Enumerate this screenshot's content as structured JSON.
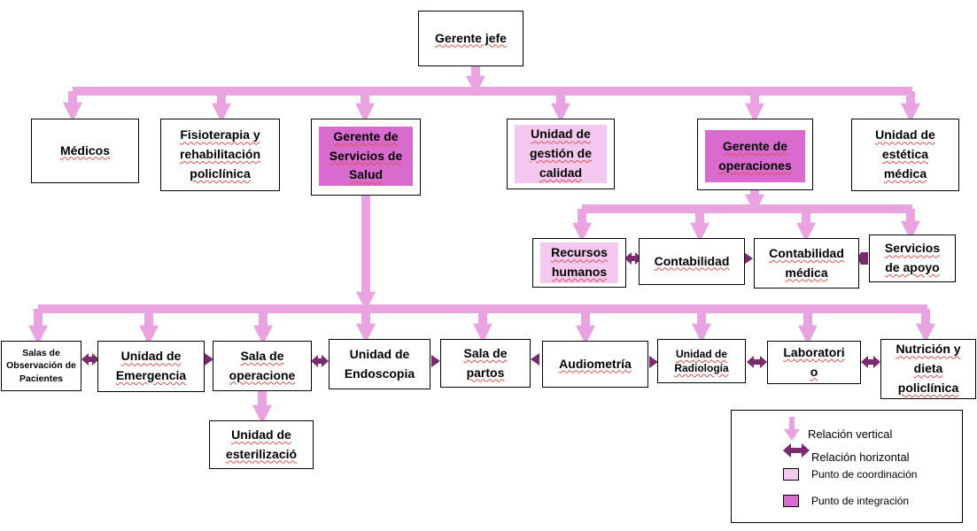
{
  "colors": {
    "vertical_arrow": "#e8a3e0",
    "horizontal_arrow": "#7a2a6e",
    "coordination": "#f5c9ef",
    "integration": "#d96bcf"
  },
  "nodes": {
    "gerente_jefe": "Gerente jefe",
    "medicos": "Médicos",
    "fisioterapia": "Fisioterapia y\nrehabilitación\npoliclínica",
    "gerente_servicios": "Gerente de\nServicios de\nSalud",
    "unidad_calidad": "Unidad de\ngestión de\ncalidad",
    "gerente_operaciones": "Gerente de\noperaciones",
    "unidad_estetica": "Unidad de\nestética\nmédica",
    "recursos_humanos": "Recursos\nhumanos",
    "contabilidad": "Contabilidad",
    "contabilidad_medica": "Contabilidad\nmédica",
    "servicios_apoyo": "Servicios\nde apoyo",
    "salas_observacion": "Salas de\nObservación de\nPacientes",
    "unidad_emergencia": "Unidad de\nEmergencia",
    "sala_operaciones": "Sala de\noperacione",
    "unidad_endoscopia": "Unidad de\nEndoscopia",
    "sala_partos": "Sala de\npartos",
    "audiometria": "Audiometría",
    "unidad_radiologia": "Unidad de\nRadiología",
    "laboratorio": "Laboratori\no",
    "nutricion": "Nutrición y\ndieta\npoliclínica",
    "unidad_esterilizacion": "Unidad de\nesterilizació"
  },
  "legend": {
    "vertical": "Relación vertical",
    "horizontal": "Relación horizontal",
    "coordination": "Punto de coordinación",
    "integration": "Punto de integración"
  }
}
